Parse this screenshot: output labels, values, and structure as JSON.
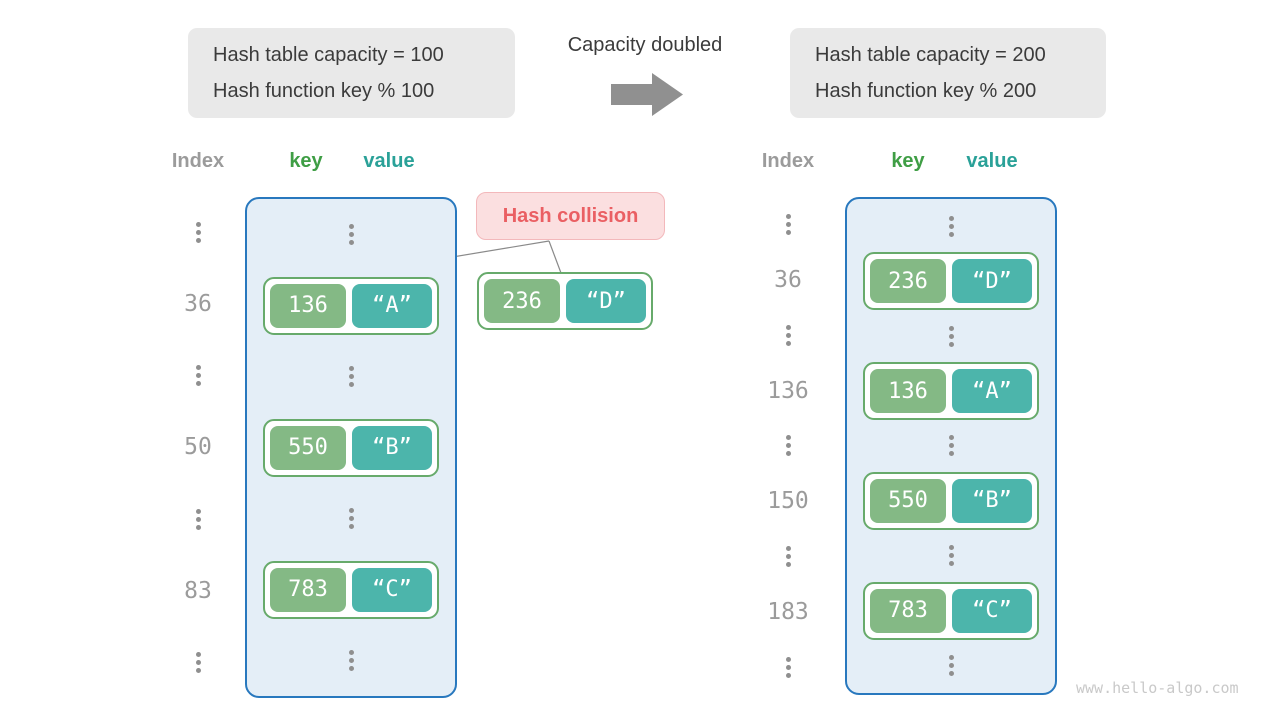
{
  "panels": {
    "left_info": {
      "line1": "Hash table capacity = 100",
      "line2": "Hash function key % 100"
    },
    "transition": {
      "label": "Capacity doubled"
    },
    "right_info": {
      "line1": "Hash table capacity = 200",
      "line2": "Hash function key % 200"
    }
  },
  "collision": {
    "label": "Hash collision",
    "pair": {
      "key": "236",
      "value": "“D”"
    }
  },
  "left_table": {
    "headers": {
      "index": "Index",
      "key": "key",
      "value": "value"
    },
    "rows": [
      {
        "type": "dots"
      },
      {
        "type": "pair",
        "index": "36",
        "key": "136",
        "value": "“A”"
      },
      {
        "type": "dots"
      },
      {
        "type": "pair",
        "index": "50",
        "key": "550",
        "value": "“B”"
      },
      {
        "type": "dots"
      },
      {
        "type": "pair",
        "index": "83",
        "key": "783",
        "value": "“C”"
      },
      {
        "type": "dots"
      }
    ]
  },
  "right_table": {
    "headers": {
      "index": "Index",
      "key": "key",
      "value": "value"
    },
    "rows": [
      {
        "type": "dots"
      },
      {
        "type": "pair",
        "index": "36",
        "key": "236",
        "value": "“D”"
      },
      {
        "type": "dots"
      },
      {
        "type": "pair",
        "index": "136",
        "key": "136",
        "value": "“A”"
      },
      {
        "type": "dots"
      },
      {
        "type": "pair",
        "index": "150",
        "key": "550",
        "value": "“B”"
      },
      {
        "type": "dots"
      },
      {
        "type": "pair",
        "index": "183",
        "key": "783",
        "value": "“C”"
      },
      {
        "type": "dots"
      }
    ]
  },
  "watermark": "www.hello-algo.com",
  "colors": {
    "key_fill": "#84b985",
    "value_fill": "#4cb5ab",
    "pair_border": "#67aa6b",
    "bucket_border": "#2878be",
    "bucket_bg": "#e4eef7",
    "key_header": "#3f9e45",
    "value_header": "#2aa198",
    "index_gray": "#9b9b9b",
    "collision_text": "#ea5f63",
    "collision_bg": "#fbdfe0",
    "info_bg": "#e9e9e9",
    "arrow_gray": "#909090"
  }
}
